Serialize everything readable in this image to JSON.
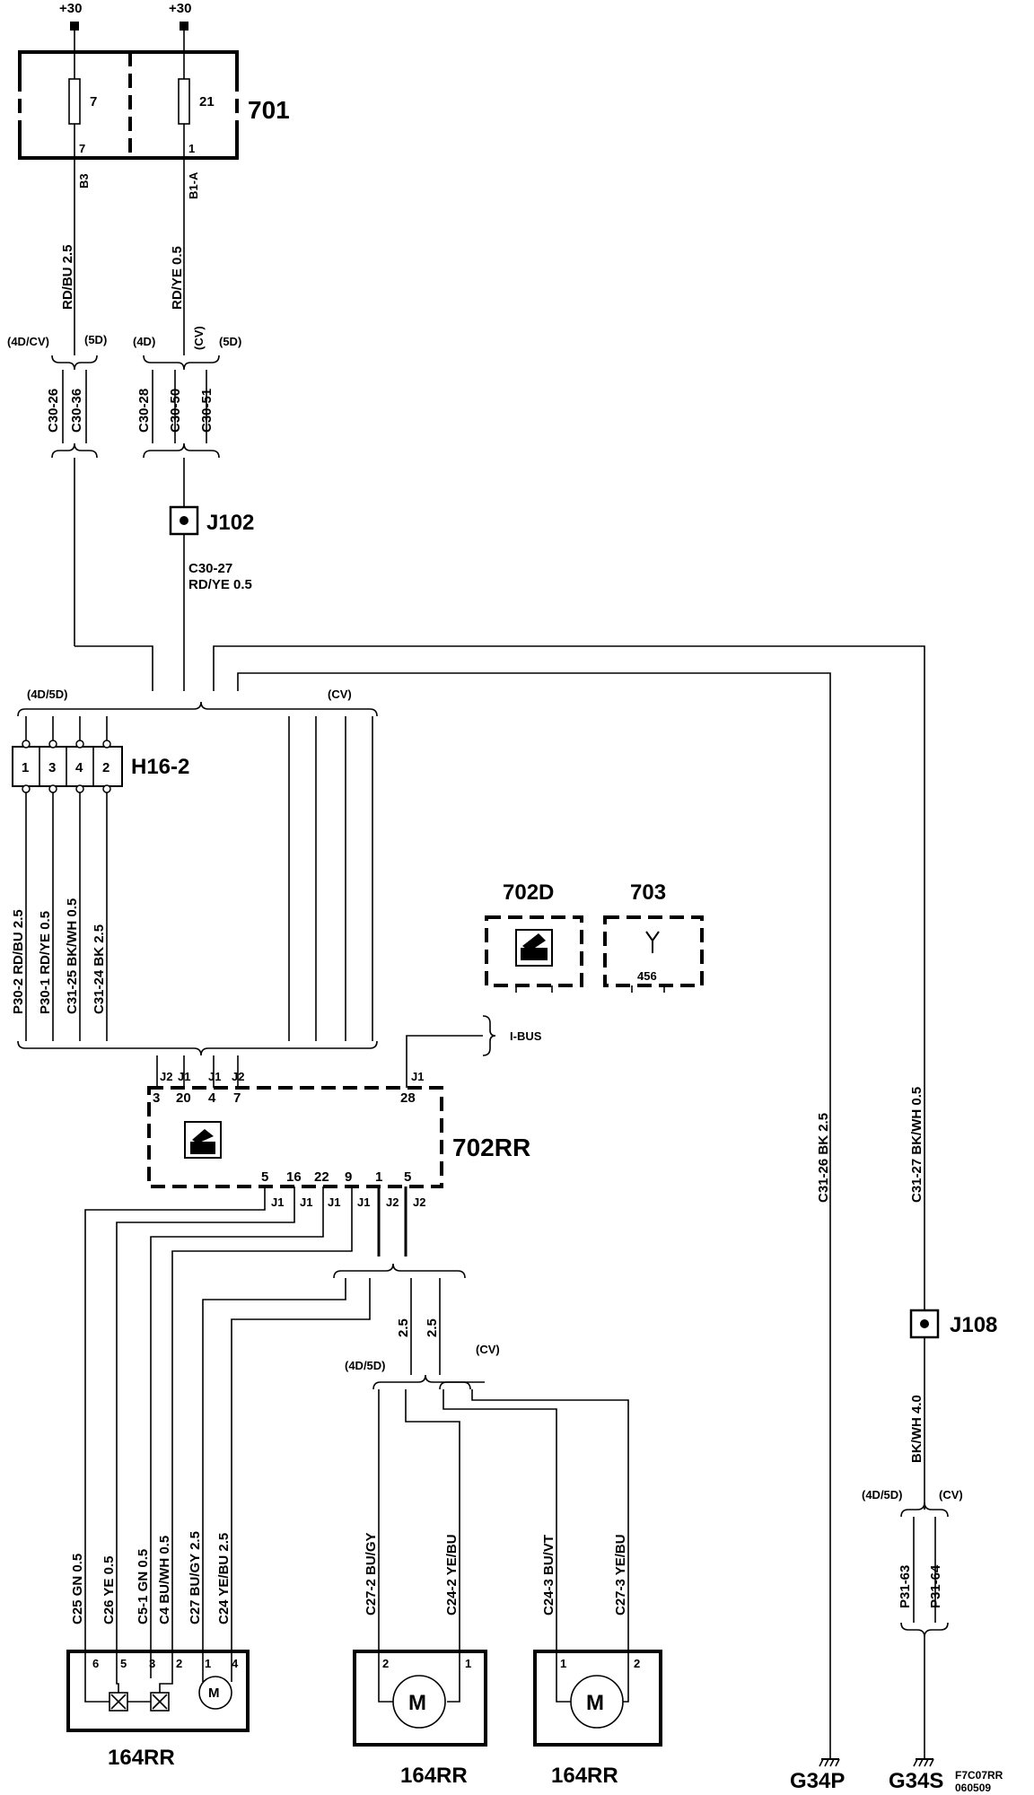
{
  "supply": {
    "left": "+30",
    "right": "+30"
  },
  "fusebox": {
    "id": "701",
    "fuses": [
      {
        "number": "7",
        "pin": "7",
        "connector": "B3"
      },
      {
        "number": "21",
        "pin": "1",
        "connector": "B1-A"
      }
    ]
  },
  "wires": {
    "fuse7_out": "RD/BU  2.5",
    "fuse21_out": "RD/YE  0.5",
    "j102_out_a": "C30-27",
    "j102_out_b": "RD/YE  0.5",
    "h16_wires": [
      "P30-2  RD/BU  2.5",
      "P30-1  RD/YE  0.5",
      "C31-25  BK/WH  0.5",
      "C31-24  BK  2.5"
    ],
    "ground_p": "C31-26  BK  2.5",
    "ground_s": "C31-27  BK/WH  0.5",
    "j108_out": "BK/WH  4.0",
    "motor1_wires": [
      "C25  GN  0.5",
      "C26  YE  0.5",
      "C5-1  GN  0.5",
      "C4  BU/WH  0.5",
      "C27  BU/GY  2.5",
      "C24  YE/BU  2.5"
    ],
    "motor_sizes": [
      "2.5",
      "2.5"
    ],
    "motor2_wires": [
      "C27-2  BU/GY",
      "C24-2  YE/BU"
    ],
    "motor3_wires": [
      "C24-3  BU/VT",
      "C27-3  YE/BU"
    ]
  },
  "variants": {
    "top_left_a": "(4D/CV)",
    "top_left_b": "(5D)",
    "top_mid_a": "(4D)",
    "top_mid_b": "(CV)",
    "top_mid_c": "(5D)",
    "h16_variant": "(4D/5D)",
    "cv_variant": "(CV)",
    "motor_variant_a": "(4D/5D)",
    "motor_variant_b": "(CV)",
    "ground_variant_a": "(4D/5D)",
    "ground_variant_b": "(CV)"
  },
  "connectors": {
    "top_left": [
      "C30-26",
      "C30-36"
    ],
    "top_mid": [
      "C30-28",
      "C30-50",
      "C30-51"
    ],
    "ground_conn": [
      "P31-63",
      "P31-64"
    ]
  },
  "junctions": {
    "j102": "J102",
    "j108": "J108"
  },
  "h16": {
    "id": "H16-2",
    "pins": [
      "1",
      "3",
      "4",
      "2"
    ]
  },
  "module702d": {
    "id": "702D"
  },
  "module703": {
    "id": "703",
    "value": "456"
  },
  "module702rr": {
    "id": "702RR",
    "top_conn": [
      "J2",
      "J1",
      "J1",
      "J2"
    ],
    "top_pins": [
      "3",
      "20",
      "4",
      "7"
    ],
    "ibus_conn": "J1",
    "ibus_pin": "28",
    "ibus_label": "I-BUS",
    "bottom_pins": [
      "5",
      "16",
      "22",
      "9",
      "1",
      "5"
    ],
    "bottom_conn": [
      "J1",
      "J1",
      "J1",
      "J1",
      "J2",
      "J2"
    ]
  },
  "motor_main": {
    "id": "164RR",
    "pins": [
      "6",
      "5",
      "3",
      "2",
      "1",
      "4"
    ],
    "symbol": "M"
  },
  "motor_a": {
    "id": "164RR",
    "pins": [
      "2",
      "1"
    ],
    "symbol": "M"
  },
  "motor_b": {
    "id": "164RR",
    "pins": [
      "1",
      "2"
    ],
    "symbol": "M"
  },
  "grounds": {
    "p": "G34P",
    "s": "G34S"
  },
  "footer": {
    "code": "F7C07RR",
    "date": "060509"
  }
}
